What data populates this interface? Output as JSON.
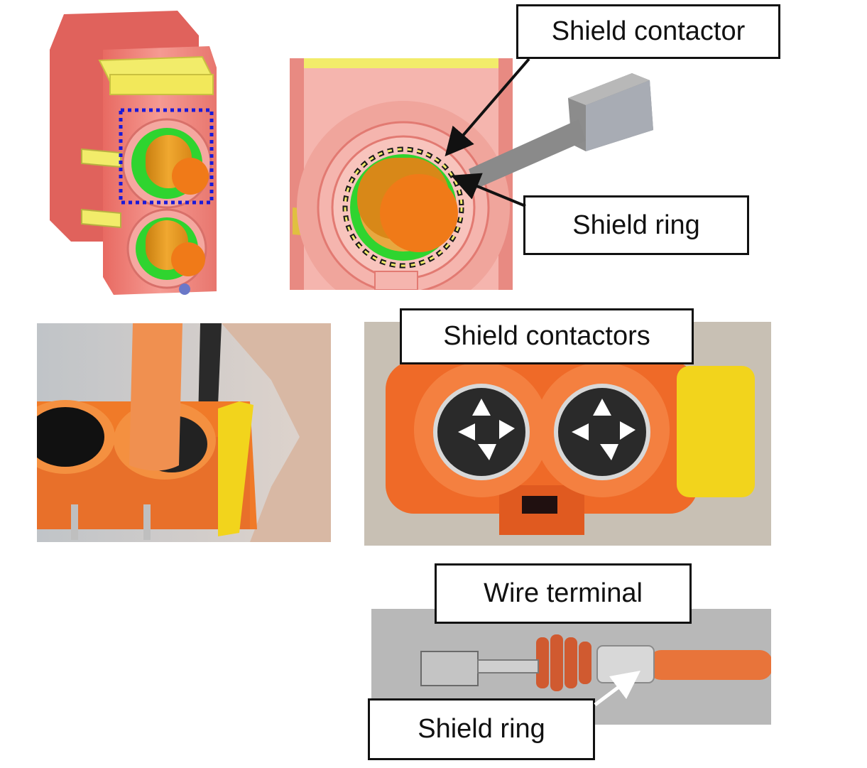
{
  "labels": {
    "shield_contactor": "Shield contactor",
    "shield_ring_top": "Shield ring",
    "shield_contactors": "Shield contactors",
    "wire_terminal": "Wire terminal",
    "shield_ring_bottom": "Shield ring"
  },
  "colors": {
    "housing_pink": "#f08a82",
    "housing_light": "#f5b5ae",
    "latch_yellow": "#f2ec6a",
    "shield_green": "#2fd42f",
    "terminal_orange": "#f07a18",
    "highlight_blue": "#1a1ad8",
    "photo_orange": "#f07a28",
    "photo_yellow": "#f2d41c",
    "cable_orange": "#e8743a"
  }
}
